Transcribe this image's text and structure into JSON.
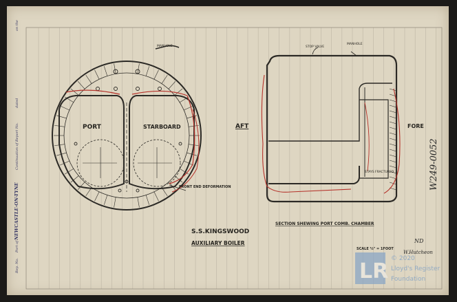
{
  "drawing": {
    "title_line1": "S.S.KINGSWOOD",
    "title_line2": "AUXILIARY BOILER",
    "section_caption": "SECTION SHEWING PORT COMB. CHAMBER",
    "scale": "SCALE ½\" = 1FOOT",
    "label_port": "PORT",
    "label_starboard": "STARBOARD",
    "label_aft": "AFT",
    "label_fore": "FORE",
    "label_stop_valve": "STOP VALVE",
    "label_manhole": "MANHOLE",
    "label_stays_fractured": "STAYS FRACTURED",
    "label_front_end_deformation": "FRONT END DEFORMATION",
    "label_top_callout": "MANHOLE"
  },
  "margin_text": {
    "reg_no": "Rep. No.",
    "port_of": "Port of",
    "port_name": "NEWCASTLE-ON-TYNE",
    "continuation": "Continuation of Report No.",
    "dated": "dated",
    "on_the": "on the"
  },
  "archive": {
    "ref_number": "W249-0052",
    "signature": "ND",
    "signature2": "W.Hutcheon"
  },
  "watermark": {
    "logo_letters": "LR",
    "line1": "© 2020",
    "line2": "Lloyd's Register",
    "line3": "Foundation"
  },
  "colors": {
    "paper": "#ded6c2",
    "ink": "#2b2925",
    "red_pencil": "#b5322a",
    "rule": "#b8b0a0",
    "watermark": "#8aa6c4"
  }
}
